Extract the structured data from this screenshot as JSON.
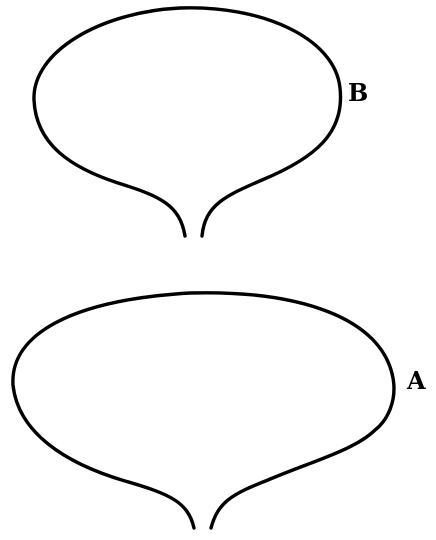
{
  "figure": {
    "stroke_color": "#000000",
    "label_color": "#000000",
    "background_color": "#ffffff",
    "shapes": [
      {
        "id": "B",
        "label": "B"
      },
      {
        "id": "A",
        "label": "A"
      }
    ]
  }
}
